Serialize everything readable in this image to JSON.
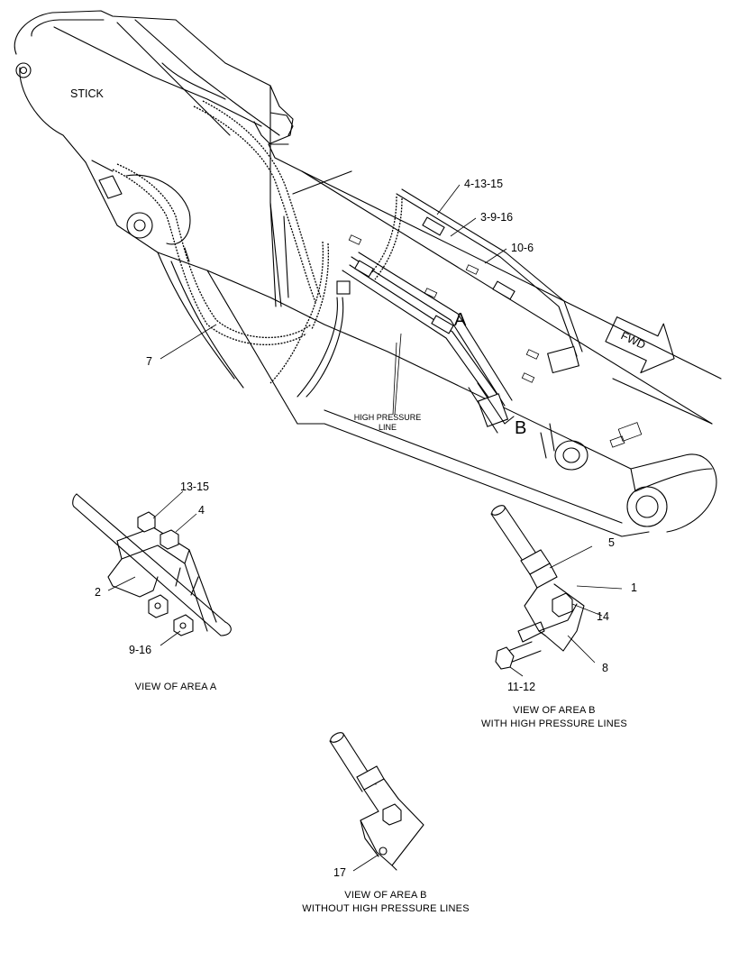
{
  "main_view": {
    "stick_label": "STICK",
    "fwd_label": "FWD",
    "area_a_marker": "A",
    "area_b_marker": "B",
    "high_pressure_line_label_1": "HIGH PRESSURE",
    "high_pressure_line_label_2": "LINE",
    "callouts": {
      "c_4_13_15": "4-13-15",
      "c_3_9_16": "3-9-16",
      "c_10_6": "10-6",
      "c_7": "7"
    }
  },
  "view_area_a": {
    "caption": "VIEW OF AREA A",
    "callouts": {
      "c_13_15": "13-15",
      "c_4": "4",
      "c_2": "2",
      "c_9_16": "9-16"
    }
  },
  "view_area_b_with": {
    "caption_1": "VIEW OF AREA B",
    "caption_2": "WITH HIGH PRESSURE LINES",
    "callouts": {
      "c_5": "5",
      "c_1": "1",
      "c_14": "14",
      "c_8": "8",
      "c_11_12": "11-12"
    }
  },
  "view_area_b_without": {
    "caption_1": "VIEW OF AREA B",
    "caption_2": "WITHOUT HIGH PRESSURE LINES",
    "callouts": {
      "c_17": "17"
    }
  }
}
